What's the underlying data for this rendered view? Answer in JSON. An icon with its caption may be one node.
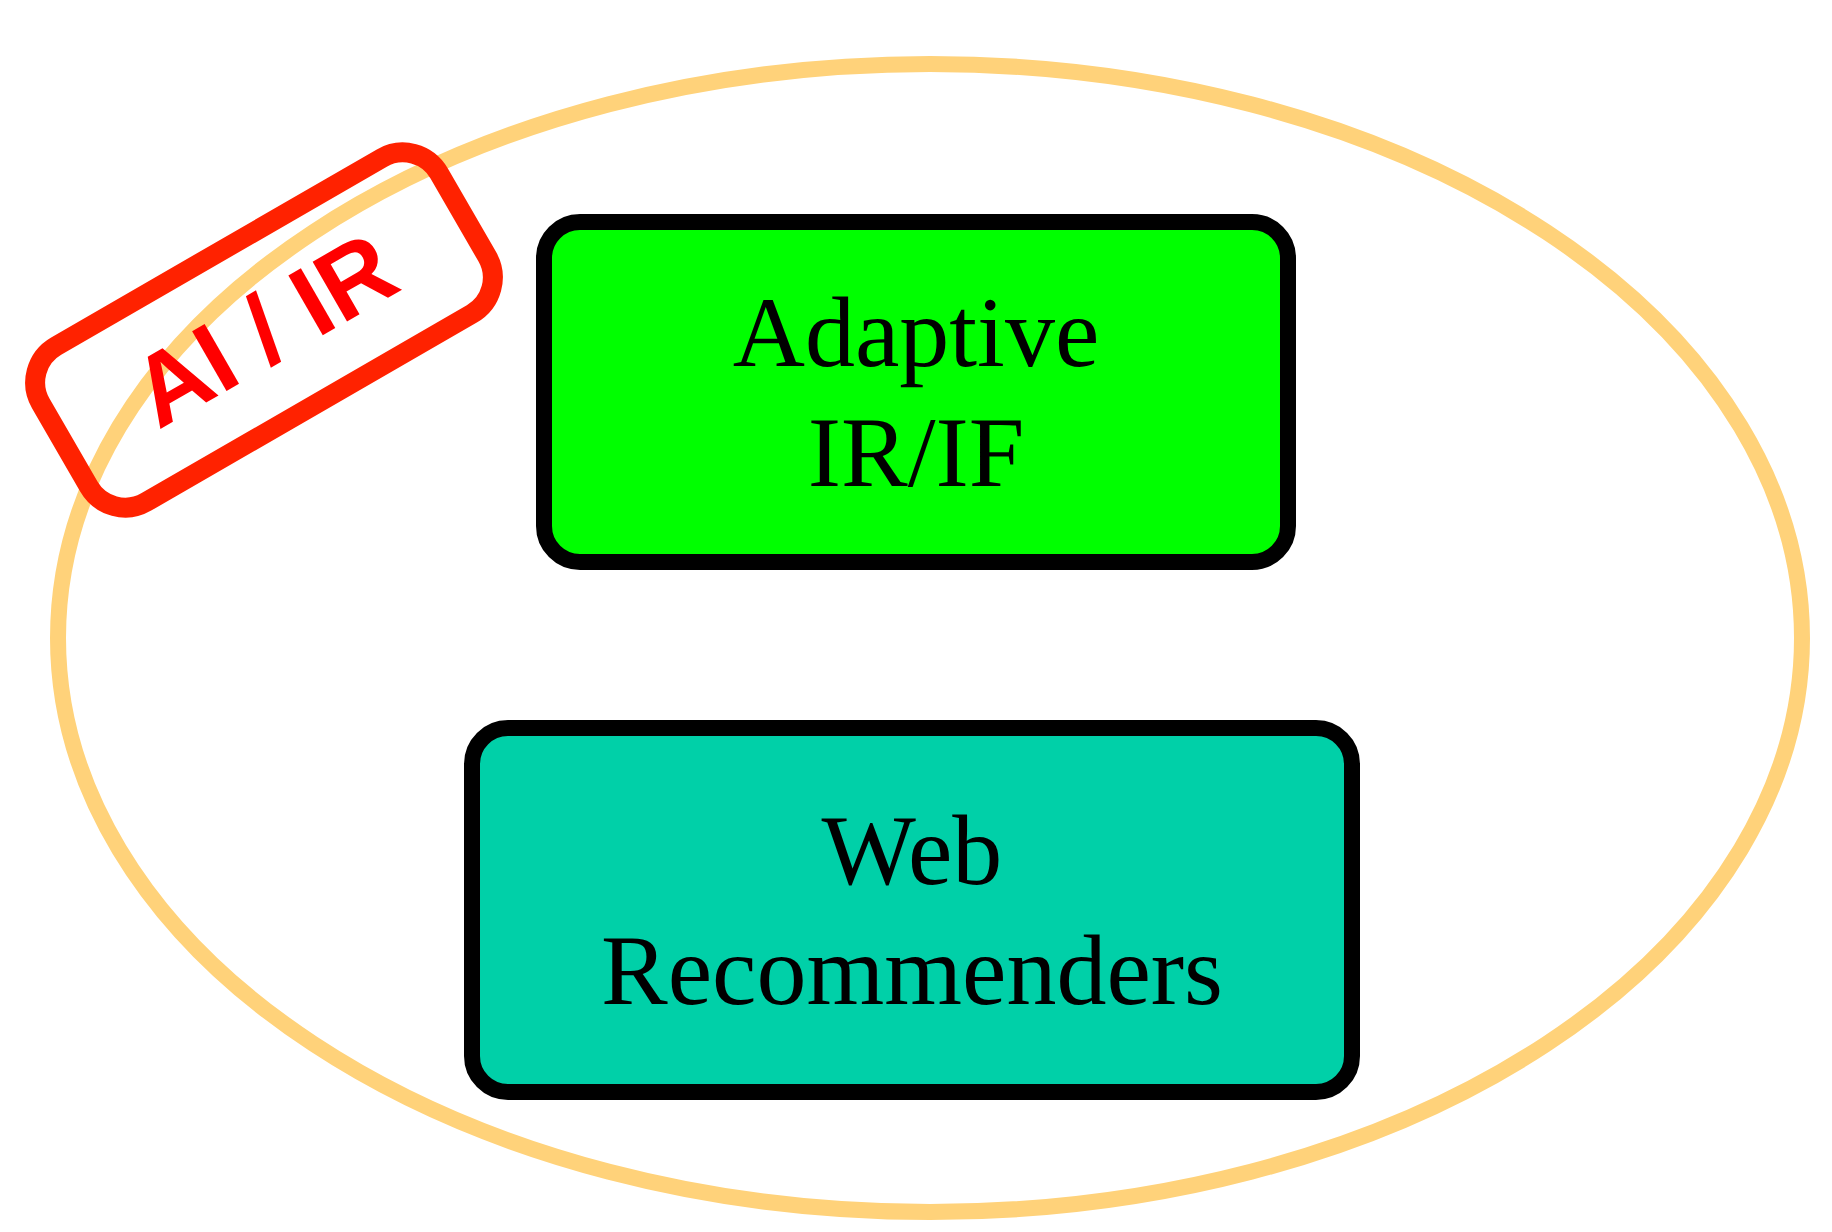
{
  "diagram": {
    "nodes": [
      {
        "text": [],
        "shape": "ellipse"
      },
      {
        "text": [
          "AI / IR"
        ]
      },
      {
        "text": [
          "Adaptive IR/IF"
        ],
        "in": 0
      },
      {
        "text": [
          "Web Recommenders"
        ],
        "in": 0
      }
    ]
  }
}
